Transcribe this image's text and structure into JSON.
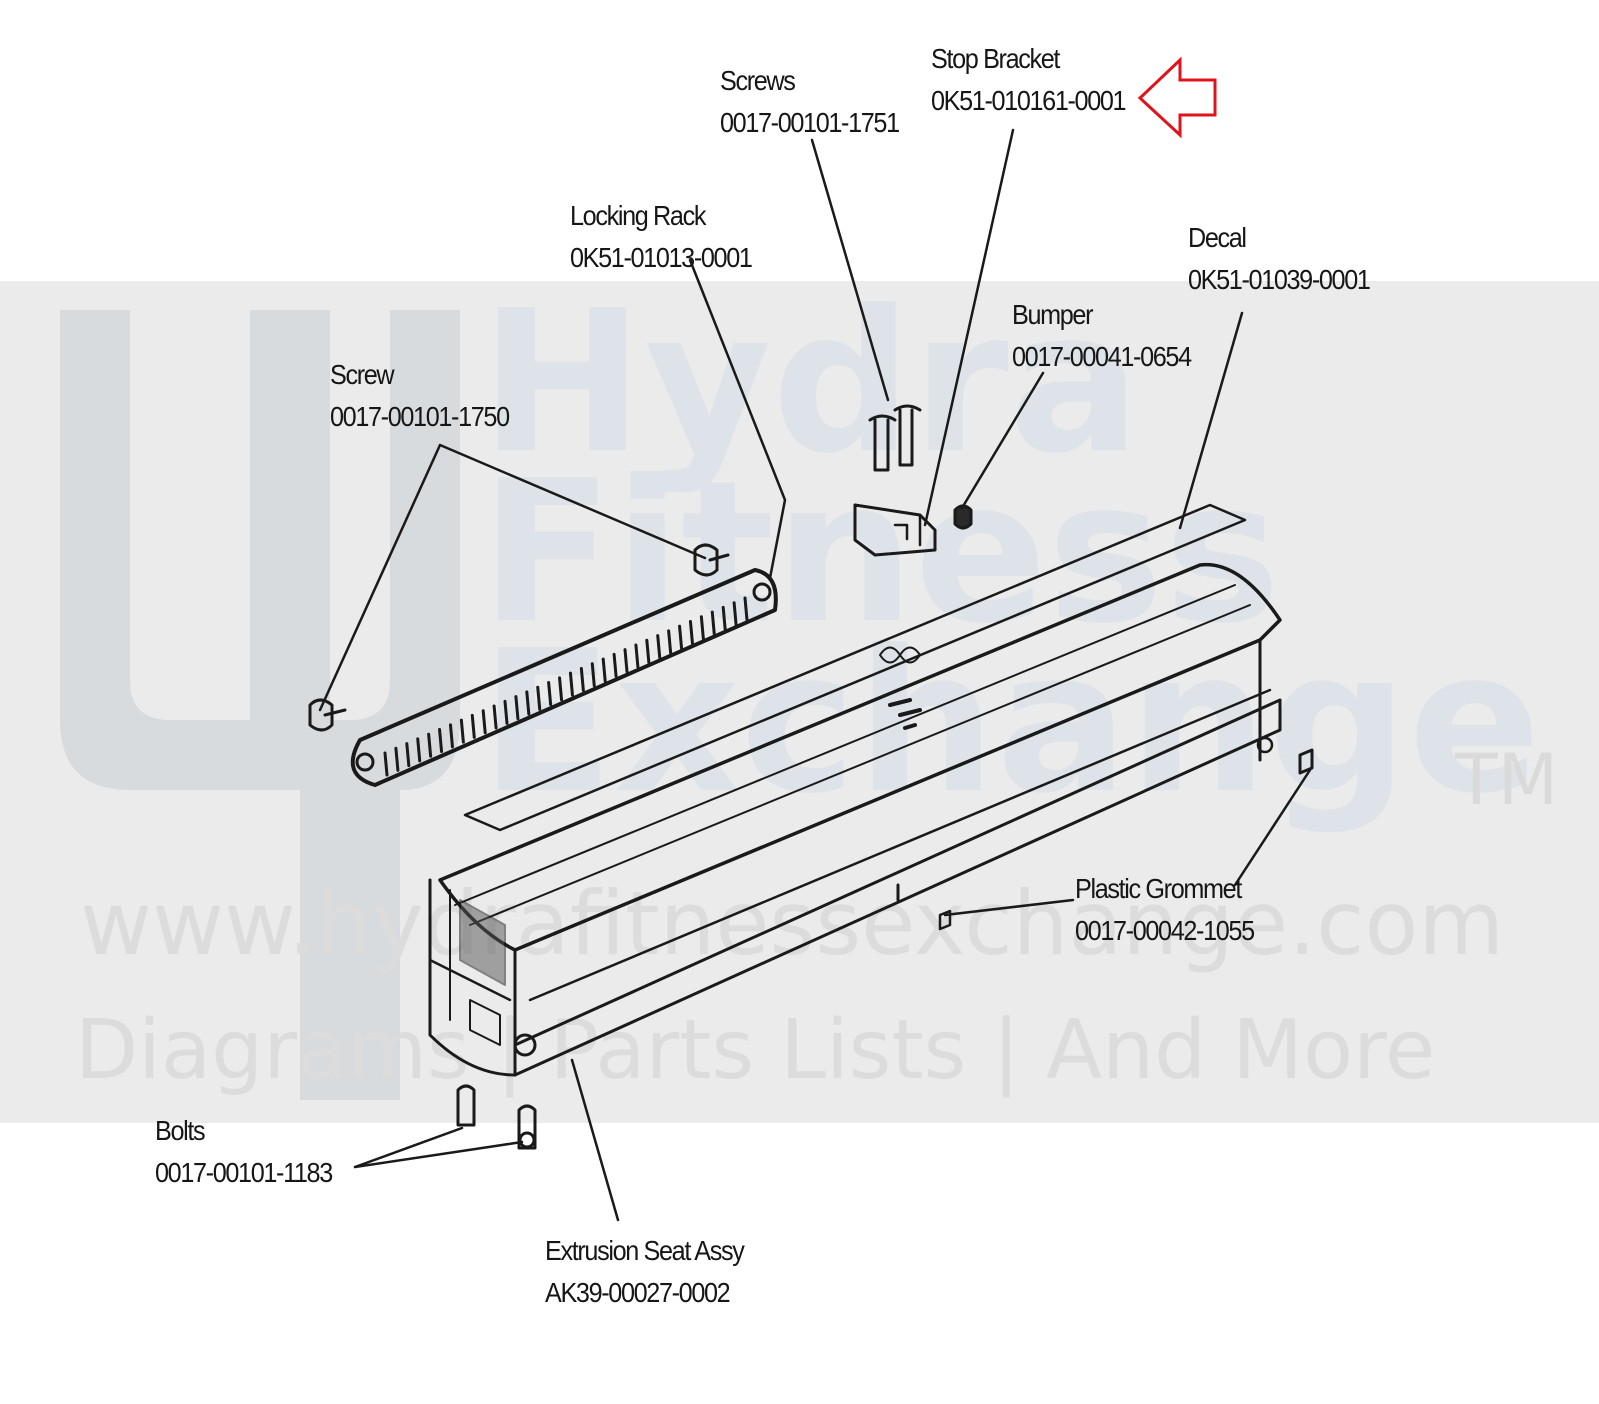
{
  "watermark": {
    "brand_line1": "Hydra",
    "brand_line2": "Fitness",
    "brand_line3": "Exchange",
    "trademark": "TM",
    "url": "www.hydrafitnessexchange.com",
    "tagline": "Diagrams | Parts Lists | And More",
    "logo_icon": "hydra-fitness-logo-icon"
  },
  "parts": {
    "stop_bracket": {
      "name": "Stop Bracket",
      "number": "0K51-010161-0001"
    },
    "screws": {
      "name": "Screws",
      "number": "0017-00101-1751"
    },
    "locking_rack": {
      "name": "Locking Rack",
      "number": "0K51-01013-0001"
    },
    "decal": {
      "name": "Decal",
      "number": "0K51-01039-0001"
    },
    "bumper": {
      "name": "Bumper",
      "number": "0017-00041-0654"
    },
    "screw": {
      "name": "Screw",
      "number": "0017-00101-1750"
    },
    "plastic_grommet": {
      "name": "Plastic Grommet",
      "number": "0017-00042-1055"
    },
    "bolts": {
      "name": "Bolts",
      "number": "0017-00101-1183"
    },
    "extrusion_seat_assy": {
      "name": "Extrusion Seat Assy",
      "number": "AK39-00027-0002"
    }
  },
  "highlight": {
    "target": "stop_bracket",
    "color": "#e0131b",
    "icon": "arrow-left-outline-icon"
  },
  "colors": {
    "line": "#1a1a1a",
    "watermark_band": "#ebebeb",
    "watermark_text": "#dde3e8"
  }
}
